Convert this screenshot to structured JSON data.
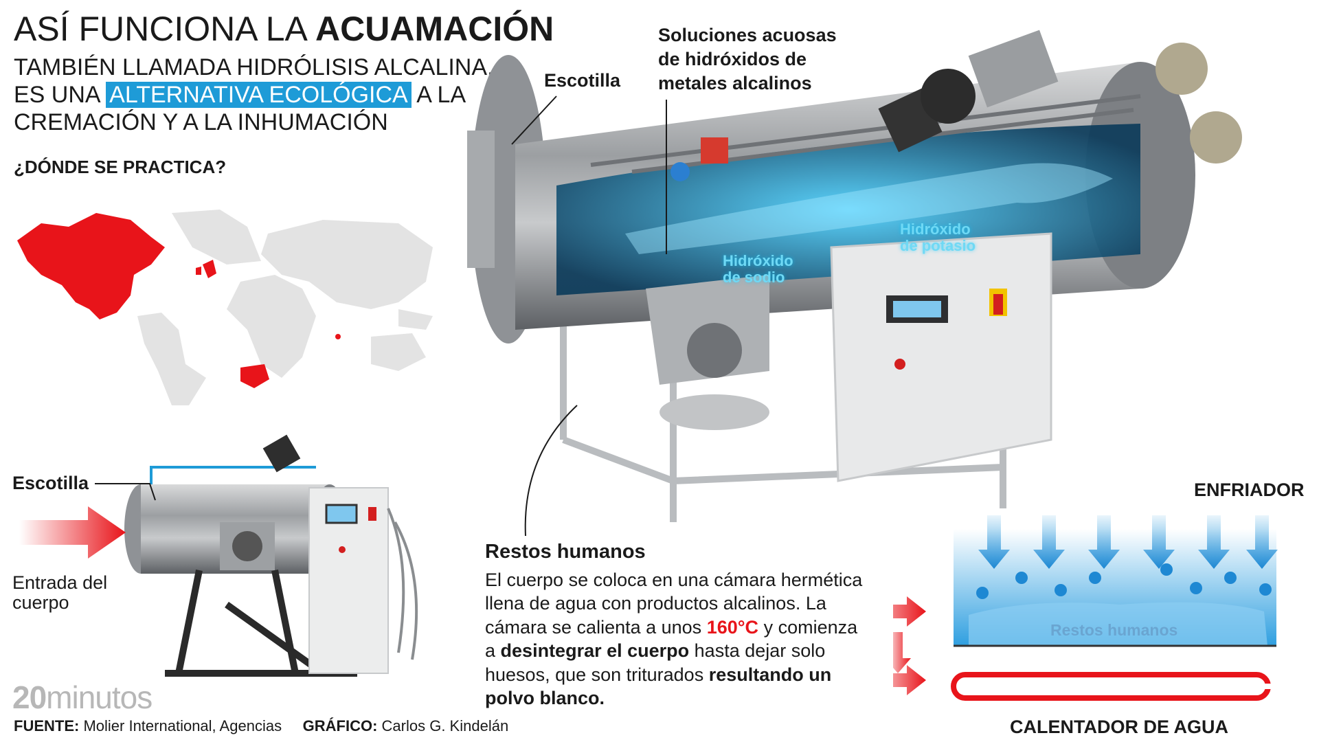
{
  "header": {
    "title_light": "ASÍ FUNCIONA LA",
    "title_bold": "ACUAMACIÓN",
    "subtitle_line1": "TAMBIÉN LLAMADA HIDRÓLISIS ALCALINA,",
    "subtitle_pre": "ES UNA",
    "subtitle_highlight": "ALTERNATIVA ECOLÓGICA",
    "subtitle_post": "A LA",
    "subtitle_line3": "CREMACIÓN Y A LA INHUMACIÓN"
  },
  "map": {
    "heading": "¿DÓNDE SE PRACTICA?",
    "highlight_color": "#e8141a",
    "base_color": "#e3e3e3",
    "highlighted_regions": [
      "North America",
      "United Kingdom",
      "Ireland",
      "South Africa",
      "Mauritius"
    ]
  },
  "labels": {
    "escotilla_top": "Escotilla",
    "solutions": [
      "Soluciones acuosas",
      "de hidróxidos de",
      "metales alcalinos"
    ],
    "sodium": [
      "Hidróxido",
      "de sodio"
    ],
    "potassium": [
      "Hidróxido",
      "de potasio"
    ],
    "escotilla_small": "Escotilla",
    "entry": [
      "Entrada del",
      "cuerpo"
    ],
    "cooler": "ENFRIADOR",
    "heater": "CALENTADOR DE AGUA",
    "remains_in_tank": "Restos humanos"
  },
  "description": {
    "heading": "Restos humanos",
    "p1": "El cuerpo se coloca en una cámara hermética llena de agua con productos alcalinos. La cámara se calienta a unos",
    "temp": "160°C",
    "p2": "y comienza a",
    "strong1": "desintegrar el cuerpo",
    "p3": "hasta dejar solo huesos, que son triturados",
    "strong2": "resultando un polvo blanco."
  },
  "footer": {
    "brand_num": "20",
    "brand_word": "minutos",
    "source_label": "FUENTE:",
    "source_value": "Molier International, Agencias",
    "graphic_label": "GRÁFICO:",
    "graphic_value": "Carlos G. Kindelán"
  },
  "colors": {
    "accent_blue": "#1e9bd7",
    "accent_red": "#e8141a",
    "liquid": "#3fc0ee"
  }
}
